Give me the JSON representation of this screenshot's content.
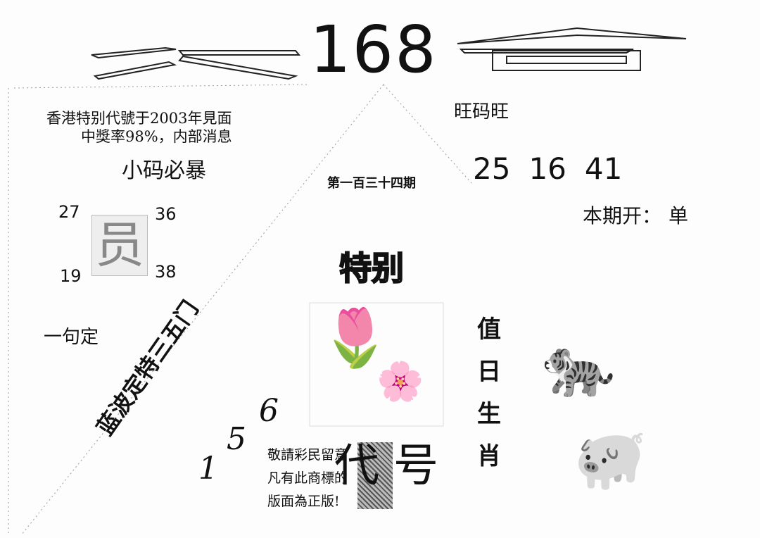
{
  "header": {
    "title": "168"
  },
  "intro": {
    "line1": "香港特别代號于2003年見面",
    "line2": "中獎率98%，内部消息"
  },
  "small_code": "小码必暴",
  "numbers_grid": {
    "top_left": "27",
    "top_right": "36",
    "bottom_left": "19",
    "bottom_right": "38",
    "center_char": "员"
  },
  "one_phrase": "一句定",
  "diagonal_text": "蓝波定特三五门",
  "issue": "第一百三十四期",
  "lucky_label": "旺码旺",
  "lucky_numbers": [
    "25",
    "16",
    "41"
  ],
  "this_issue": {
    "label": "本期开：",
    "value": "单"
  },
  "special": "特别",
  "zodiac_label": [
    "值",
    "日",
    "生",
    "肖"
  ],
  "code_numbers": [
    "1",
    "5",
    "6"
  ],
  "code_label": "代号",
  "notice": {
    "line1": "敬請彩民留意",
    "line2": "凡有此商標的",
    "line3": "版面為正版!"
  }
}
